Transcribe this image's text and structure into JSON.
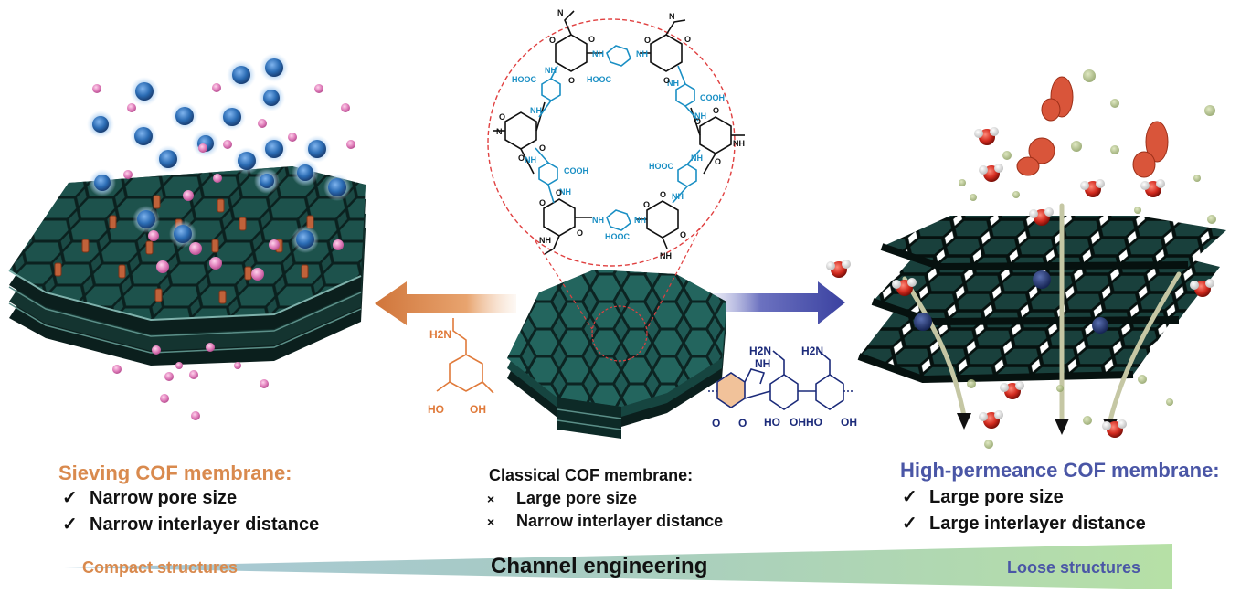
{
  "left": {
    "title": "Sieving COF membrane:",
    "check": "✓",
    "items": [
      "Narrow pore size",
      "Narrow interlayer distance"
    ]
  },
  "center": {
    "title": "Classical COF membrane:",
    "cross": "×",
    "items": [
      "Large pore size",
      "Narrow interlayer distance"
    ]
  },
  "right": {
    "title": "High-permeance COF membrane:",
    "check": "✓",
    "items": [
      "Large pore size",
      "Large interlayer distance"
    ]
  },
  "axis": {
    "left": "Compact structures",
    "center": "Channel engineering",
    "right": "Loose structures"
  },
  "chem": {
    "hooc": "HOOC",
    "cooh": "COOH",
    "nh": "NH",
    "o": "O",
    "n": "N",
    "h2n": "H2N",
    "ho": "HO",
    "oh": "OH",
    "ohho": "OHHO"
  },
  "colors": {
    "cof_teal": "#1f5a55",
    "cof_dark": "#0d2522",
    "orange": "#d98a4e",
    "indigo": "#4a56a6",
    "pink": "#e58ac4",
    "blue_sphere": "#2e6fb8",
    "water_red": "#d2231c",
    "green_particle": "#9aae6e",
    "gradient_start": "#a9c6d6",
    "gradient_end": "#b7dfa8",
    "linker_blue": "#1a8fc4"
  }
}
